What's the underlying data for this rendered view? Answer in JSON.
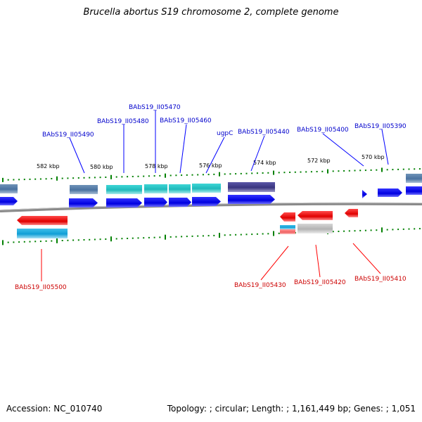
{
  "title": "Brucella abortus S19 chromosome 2, complete genome",
  "accession": {
    "label": "Accession:",
    "value": "NC_010740"
  },
  "topology": {
    "label": "Topology:",
    "value": "circular"
  },
  "length": {
    "label": "Length:",
    "value": "1,161,449 bp"
  },
  "genes": {
    "label": "Genes:",
    "value": "1,051"
  },
  "colors": {
    "plus_strand": "#0000ff",
    "minus_strand": "#ff0000",
    "plus_label": "#0000cc",
    "minus_label": "#cc0000",
    "tick": "#008000",
    "backbone": "#888888"
  },
  "scale": {
    "unit": "kbp",
    "labels": [
      "582 kbp",
      "580 kbp",
      "578 kbp",
      "576 kbp",
      "574 kbp",
      "572 kbp",
      "570 kbp"
    ]
  },
  "plus_strand_genes": [
    "BAbS19_II05490",
    "BAbS19_II05480",
    "BAbS19_II05470",
    "BAbS19_II05460",
    "ugpC",
    "BAbS19_II05440",
    "BAbS19_II05400",
    "BAbS19_II05390"
  ],
  "minus_strand_genes": [
    "BAbS19_II05500",
    "BAbS19_II05430",
    "BAbS19_II05420",
    "BAbS19_II05410"
  ]
}
